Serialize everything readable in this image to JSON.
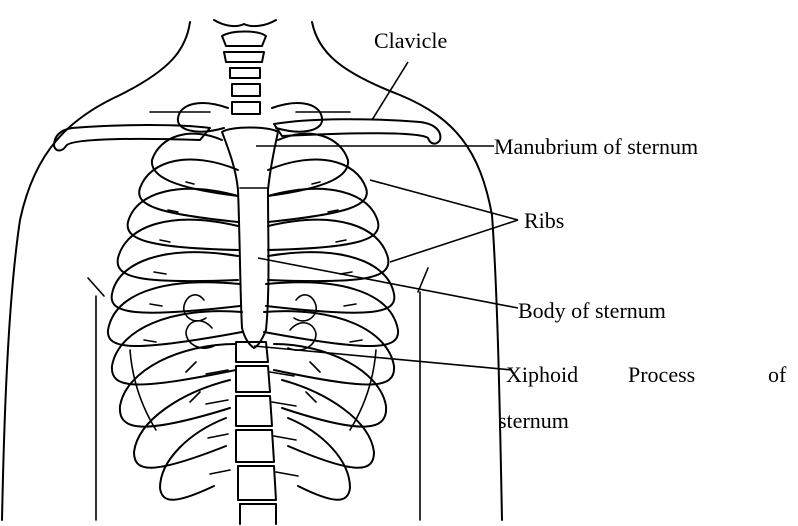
{
  "labels": {
    "clavicle": "Clavicle",
    "manubrium": "Manubrium of sternum",
    "ribs": "Ribs",
    "body": "Body of sternum",
    "xiphoid_word1": "Xiphoid",
    "xiphoid_word2": "Process",
    "xiphoid_word3": "of",
    "xiphoid_line2": "sternum"
  }
}
